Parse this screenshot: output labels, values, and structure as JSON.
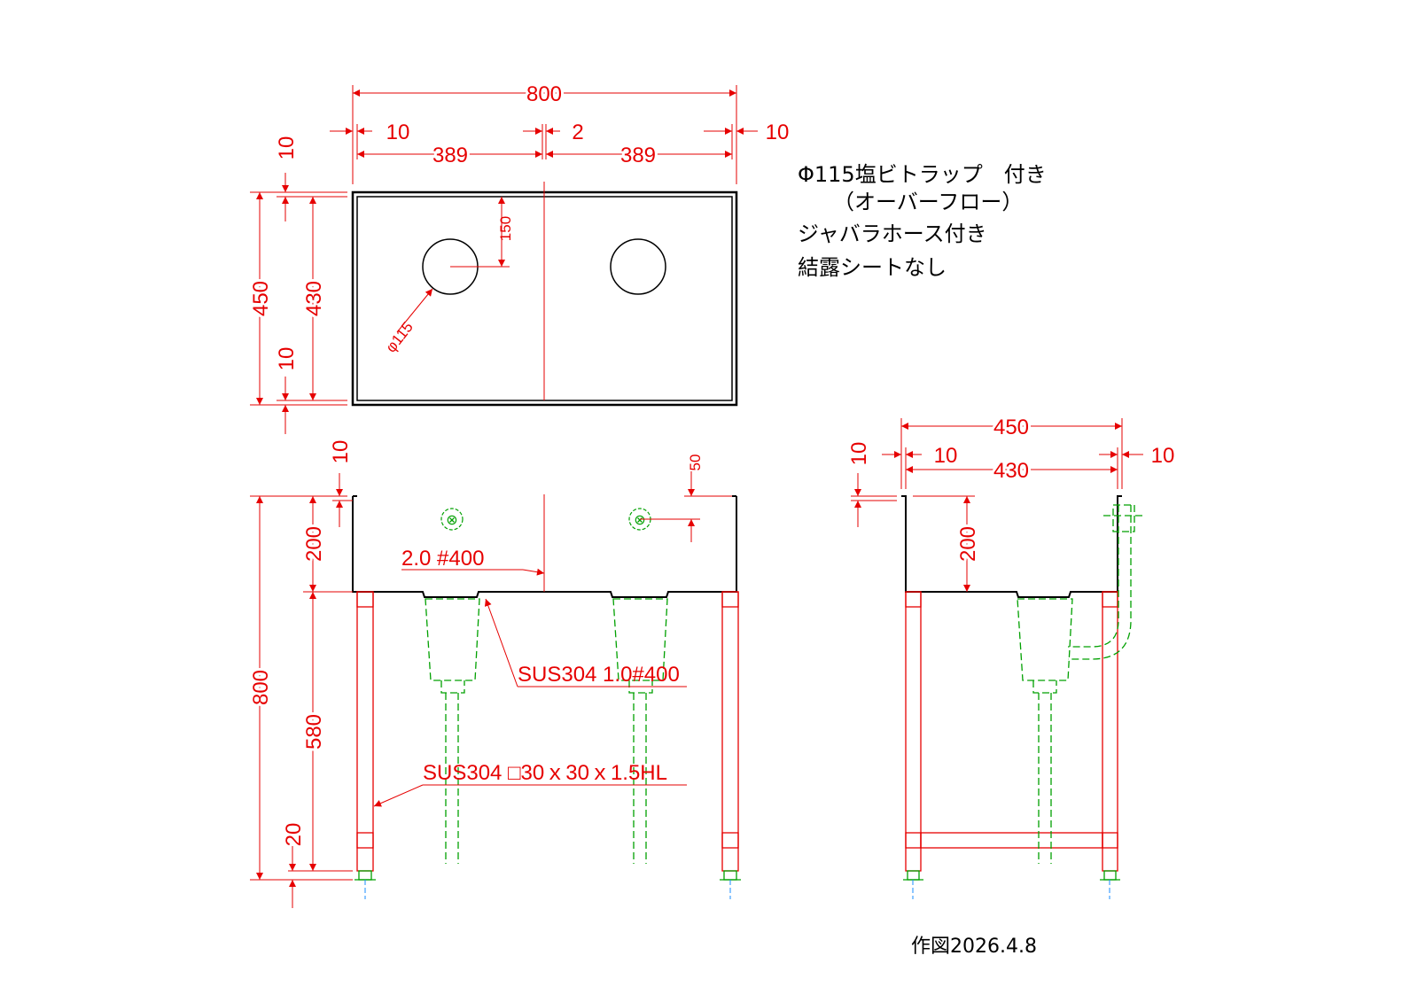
{
  "notes": {
    "line1": "Φ115塩ビトラップ　付き",
    "line2": "（オーバーフロー）",
    "line3": "ジャバラホース付き",
    "line4": "結露シートなし"
  },
  "date": "作図2026.4.8",
  "plan": {
    "dims": {
      "total_width": "800",
      "left_margin": "10",
      "divider": "2",
      "right_margin": "10",
      "left_bowl": "389",
      "right_bowl": "389",
      "top_margin": "10",
      "depth": "450",
      "inner_depth": "430",
      "bottom_margin": "10",
      "drain_offset": "150",
      "drain_dia": "φ115"
    }
  },
  "front": {
    "dims": {
      "rim": "10",
      "bowl_depth": "200",
      "overflow_offset": "50",
      "total_height": "800",
      "leg_height": "580",
      "foot": "20"
    },
    "labels": {
      "bowl_spec": "2.0 #400",
      "body_spec": "SUS304 1.0#400",
      "leg_spec": "SUS304 □30ｘ30ｘ1.5HL"
    }
  },
  "side": {
    "dims": {
      "total_depth": "450",
      "left_margin": "10",
      "right_margin": "10",
      "inner_depth": "430",
      "rim": "10",
      "bowl_depth": "200"
    }
  },
  "colors": {
    "dimension": "#e60000",
    "outline": "#000000",
    "hidden": "#00a000",
    "center": "#1a8cff"
  }
}
